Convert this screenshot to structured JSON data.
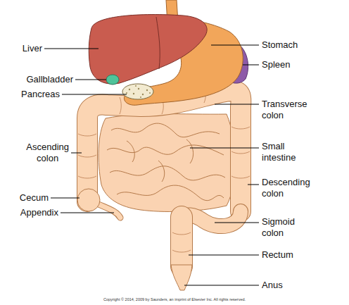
{
  "diagram": {
    "labels": [
      "Liver",
      "Stomach",
      "Gallbladder",
      "Spleen",
      "Pancreas",
      "Transverse colon",
      "Ascending colon",
      "Small intestine",
      "Cecum",
      "Descending colon",
      "Appendix",
      "Sigmoid colon",
      "Rectum",
      "Anus",
      "Copyright © 2014, 2009 by Saunders, an imprint of Elsevier Inc. All rights reserved."
    ]
  }
}
